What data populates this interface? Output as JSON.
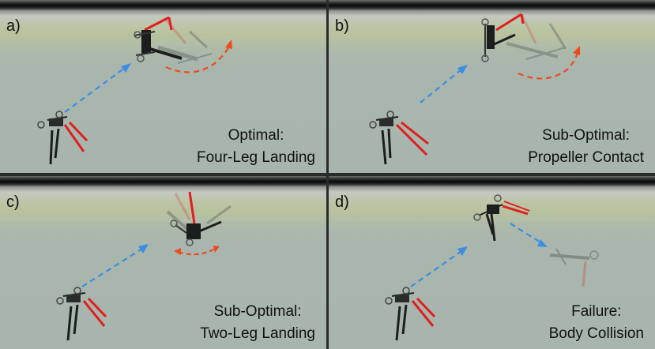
{
  "panels": [
    {
      "label": "a)",
      "caption_line1": "Optimal:",
      "caption_line2": "Four-Leg Landing"
    },
    {
      "label": "b)",
      "caption_line1": "Sub-Optimal:",
      "caption_line2": "Propeller Contact"
    },
    {
      "label": "c)",
      "caption_line1": "Sub-Optimal:",
      "caption_line2": "Two-Leg Landing"
    },
    {
      "label": "d)",
      "caption_line1": "Failure:",
      "caption_line2": "Body Collision"
    }
  ],
  "colors": {
    "trajectory_arrow": "#3b8de0",
    "rotation_arrow": "#ee4a1c",
    "leg_red": "#e01e1e",
    "drone_dark": "#1c1e1e",
    "ghost": "#707574"
  }
}
